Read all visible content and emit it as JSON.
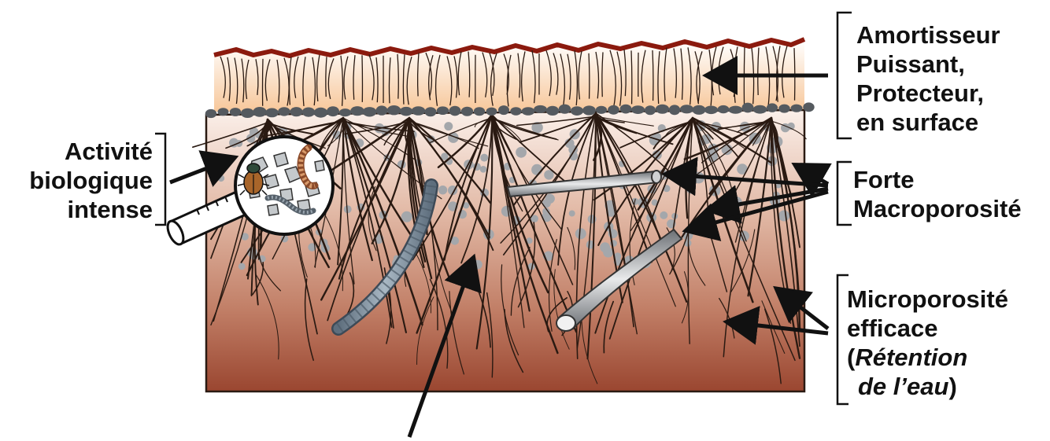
{
  "labels": {
    "amortisseur": [
      "Amortisseur",
      "Puissant,",
      "Protecteur,",
      "en surface"
    ],
    "forte": [
      "Forte",
      "Macroporosité"
    ],
    "activite": [
      "Activité",
      "biologique",
      "intense"
    ],
    "micro": {
      "line1": "Microporosité",
      "line2": "efficace",
      "open_paren": "(",
      "retention": "Rétention",
      "de_leau": "de l’eau",
      "close_paren": ")"
    }
  },
  "colors": {
    "mulch_top": "#ffffff",
    "mulch_bottom": "#f7c79a",
    "crust": "#8b1a0e",
    "soil_top": "#fbeee6",
    "soil_mid": "#d7a48e",
    "soil_bottom": "#9d4a34",
    "pebble": "#555a5f",
    "pore": "#a4a7ab",
    "root": "#2a1a12",
    "arrow": "#111111"
  }
}
